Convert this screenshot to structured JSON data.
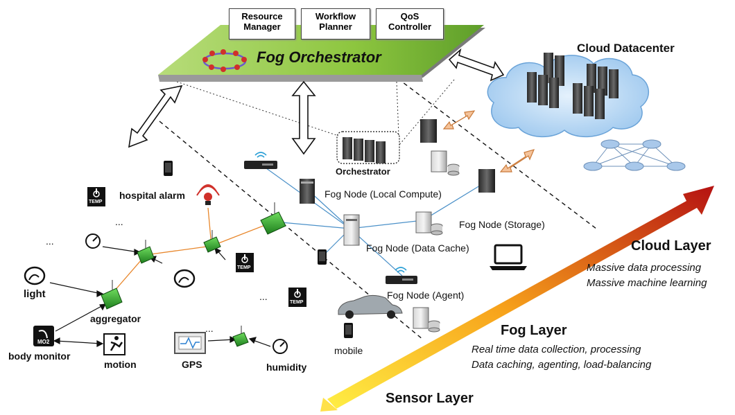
{
  "orchestrator": {
    "title": "Fog Orchestrator",
    "modules": [
      {
        "line1": "Resource",
        "line2": "Manager"
      },
      {
        "line1": "Workflow",
        "line2": "Planner"
      },
      {
        "line1": "QoS",
        "line2": "Controller"
      }
    ],
    "platform_color": "#8dc63f"
  },
  "cloud": {
    "title": "Cloud Datacenter"
  },
  "fog_nodes": {
    "orchestrator_label": "Orchestrator",
    "local_compute": "Fog Node (Local Compute)",
    "storage": "Fog Node (Storage)",
    "data_cache": "Fog Node (Data Cache)",
    "agent": "Fog Node (Agent)"
  },
  "sensors": {
    "hospital_alarm": "hospital alarm",
    "light": "light",
    "aggregator": "aggregator",
    "body_monitor": "body monitor",
    "motion": "motion",
    "gps": "GPS",
    "humidity": "humidity",
    "mobile": "mobile",
    "ellipsis": "...",
    "temp": "TEMP",
    "mo2": "MO2"
  },
  "layers": {
    "cloud": {
      "title": "Cloud Layer",
      "lines": [
        "Massive data processing",
        "Massive machine learning"
      ]
    },
    "fog": {
      "title": "Fog Layer",
      "lines": [
        "Real time data collection, processing",
        "Data caching, agenting, load-balancing"
      ]
    },
    "sensor": {
      "title": "Sensor Layer"
    }
  },
  "colors": {
    "orange_link": "#e8862a",
    "blue_link": "#4a90c8",
    "sensor_green": "#3cb043",
    "cloud_blue": "#b7d7f3"
  }
}
